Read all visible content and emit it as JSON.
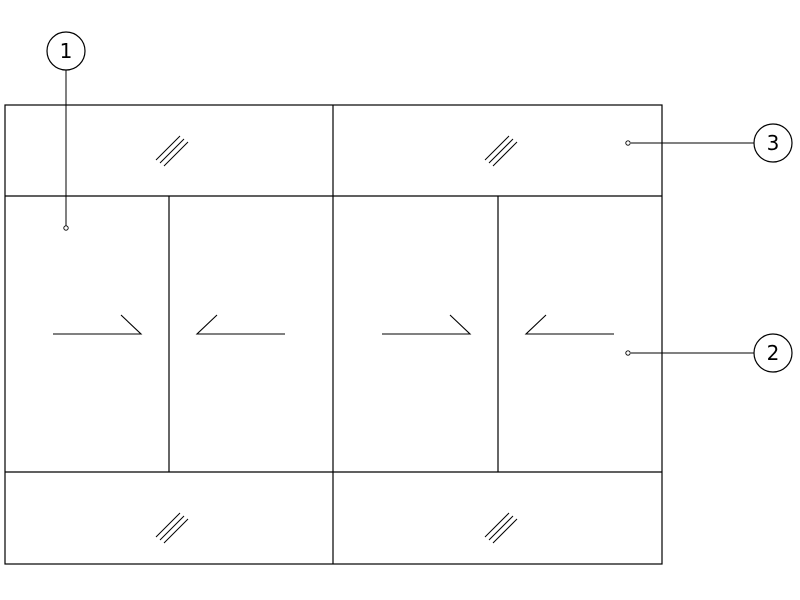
{
  "callouts": [
    {
      "label": "1",
      "target": "left-casement-sash"
    },
    {
      "label": "2",
      "target": "right-casement-sash"
    },
    {
      "label": "3",
      "target": "fixed-top-pane"
    }
  ]
}
